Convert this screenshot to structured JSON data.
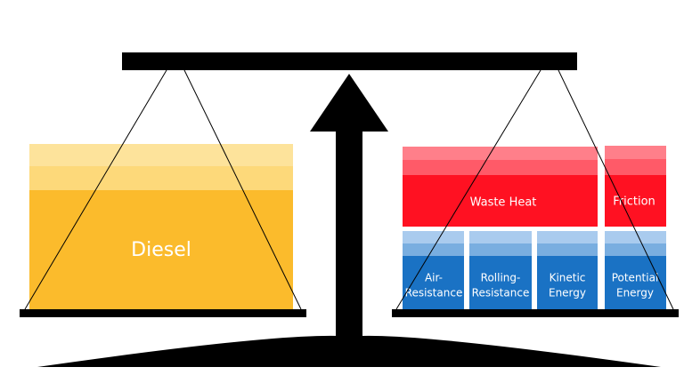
{
  "colors": {
    "ink": "#000000",
    "background": "#ffffff",
    "diesel": "#fbbb2c",
    "diesel_light": "#fdd97a",
    "diesel_lighter": "#fde39b",
    "heat": "#ff1122",
    "heat_light": "#ff5a68",
    "heat_lighter": "#ff7f8a",
    "blue": "#1a72c4",
    "blue_light": "#79aee0",
    "blue_lighter": "#a9cbee"
  },
  "left_pan": {
    "diesel": {
      "label": "Diesel"
    }
  },
  "right_pan": {
    "waste_heat": {
      "label": "Waste Heat"
    },
    "friction": {
      "label": "Friction"
    },
    "air_resistance": {
      "line1": "Air-",
      "line2": "Resistance"
    },
    "rolling_resistance": {
      "line1": "Rolling-",
      "line2": "Resistance"
    },
    "kinetic_energy": {
      "line1": "Kinetic",
      "line2": "Energy"
    },
    "potential_energy": {
      "line1": "Potential",
      "line2": "Energy"
    }
  }
}
